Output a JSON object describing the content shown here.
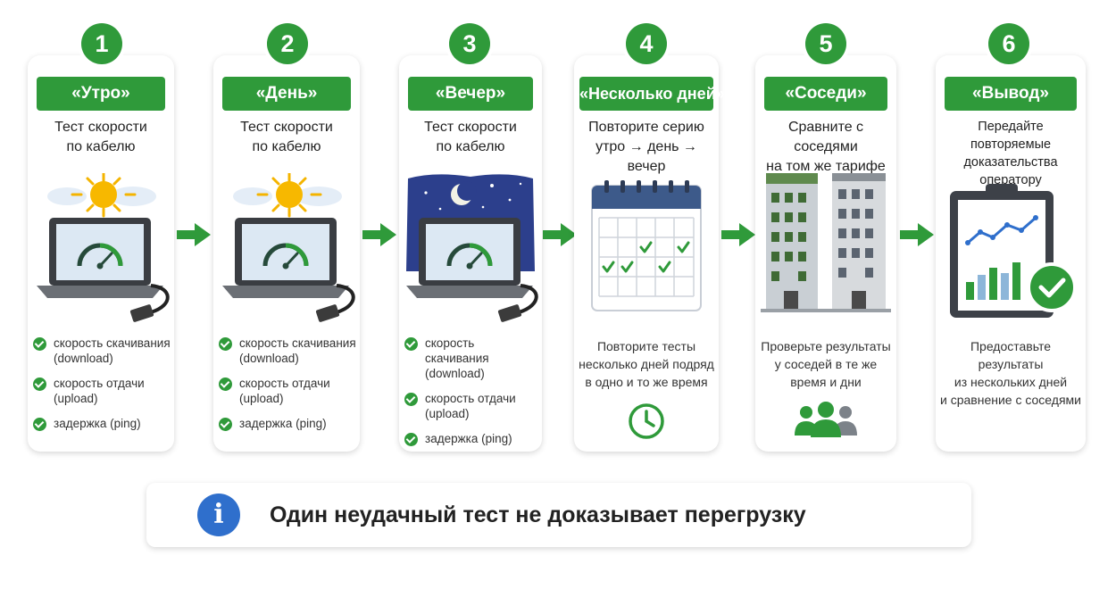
{
  "steps": [
    {
      "number": "1",
      "title": "«Утро»",
      "subtitle": [
        "Тест скорости",
        "по кабелю"
      ],
      "checks": [
        [
          "скорость скачивания",
          "(download)"
        ],
        [
          "скорость отдачи",
          "(upload)"
        ],
        [
          "задержка (ping)"
        ]
      ]
    },
    {
      "number": "2",
      "title": "«День»",
      "subtitle": [
        "Тест скорости",
        "по кабелю"
      ],
      "checks": [
        [
          "скорость скачивания",
          "(download)"
        ],
        [
          "скорость отдачи",
          "(upload)"
        ],
        [
          "задержка (ping)"
        ]
      ]
    },
    {
      "number": "3",
      "title": "«Вечер»",
      "subtitle": [
        "Тест скорости",
        "по кабелю"
      ],
      "checks": [
        [
          "скорость скачивания",
          "(download)"
        ],
        [
          "скорость отдачи",
          "(upload)"
        ],
        [
          "задержка (ping)"
        ]
      ]
    },
    {
      "number": "4",
      "title": "«Несколько дней»",
      "subtitle": [
        "Повторите серию",
        "утро → день → вечер"
      ],
      "note": [
        "Повторите тесты",
        "несколько дней подряд",
        "в одно и то же время"
      ]
    },
    {
      "number": "5",
      "title": "«Соседи»",
      "subtitle": [
        "Сравните с соседями",
        "на том же тарифе"
      ],
      "note": [
        "Проверьте результаты",
        "у соседей в те же",
        "время и дни"
      ]
    },
    {
      "number": "6",
      "title": "«Вывод»",
      "subtitle": [
        "Передайте повторяемые",
        "доказательства",
        "оператору"
      ],
      "note": [
        "Предоставьте результаты",
        "из нескольких дней",
        "и сравнение с соседями"
      ]
    }
  ],
  "footer": {
    "text": "Один неудачный тест не доказывает перегрузку",
    "icon": "info-icon"
  },
  "icons": {
    "arrows": "right-arrow-icon"
  },
  "colors": {
    "accent": "#2f9a3a",
    "info": "#2f6fcc",
    "night": "#2c3f8c"
  }
}
